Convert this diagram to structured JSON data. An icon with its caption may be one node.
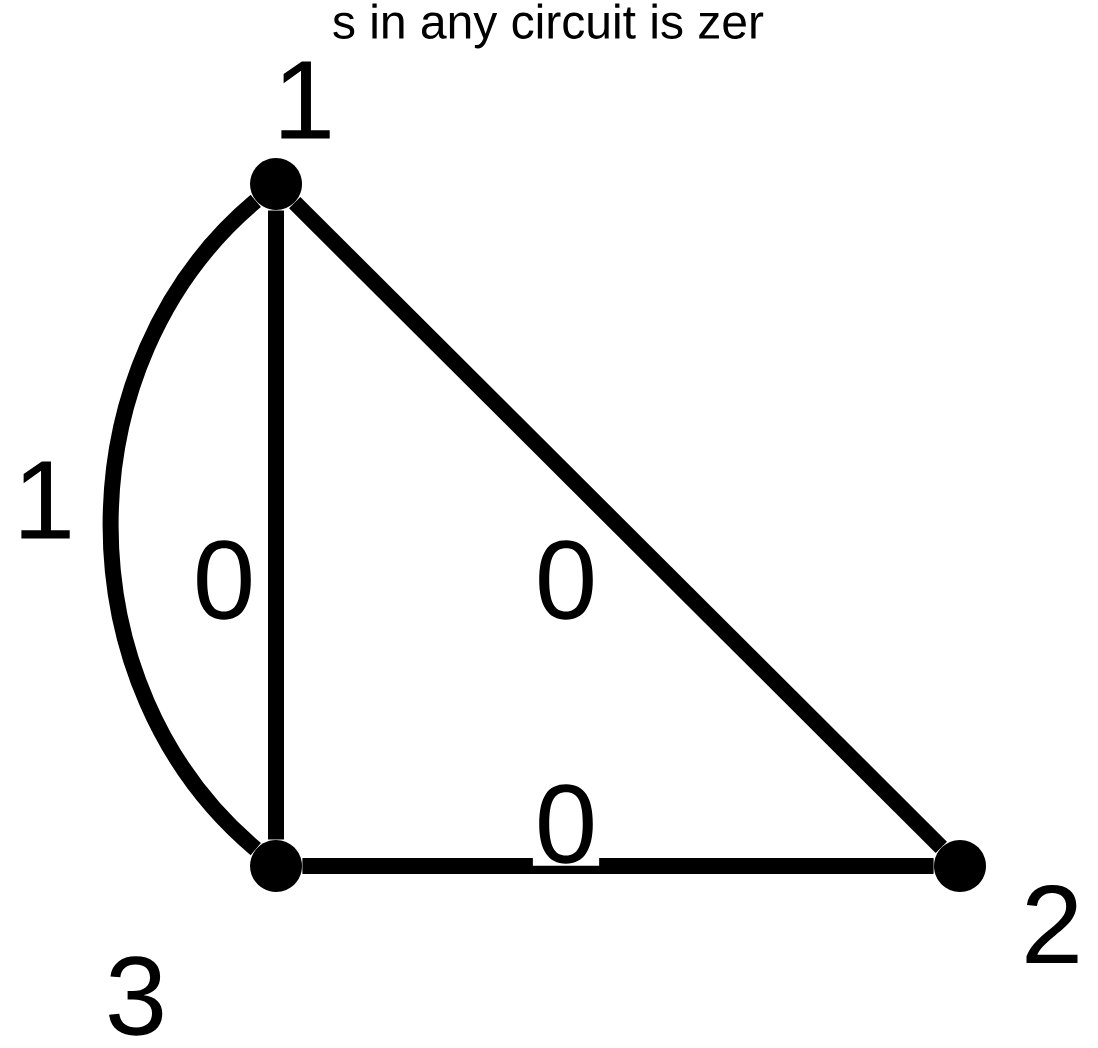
{
  "diagram": {
    "nodes": [
      {
        "text": [],
        "shape": "circle",
        "beside": [
          "1"
        ]
      },
      {
        "text": [],
        "shape": "circle",
        "beside": [
          "3"
        ]
      },
      {
        "text": [],
        "shape": "circle",
        "beside": [
          "2"
        ]
      }
    ],
    "edges": [
      {
        "from": 0,
        "to": 1,
        "arrow": "none",
        "label": "1"
      },
      {
        "from": 0,
        "to": 1,
        "arrow": "none",
        "label": "0"
      },
      {
        "from": 0,
        "to": 2,
        "arrow": "none",
        "label": "0"
      },
      {
        "from": 1,
        "to": 2,
        "arrow": "none",
        "label": "0"
      }
    ],
    "labels": [
      "s in any circuit is zer"
    ]
  }
}
